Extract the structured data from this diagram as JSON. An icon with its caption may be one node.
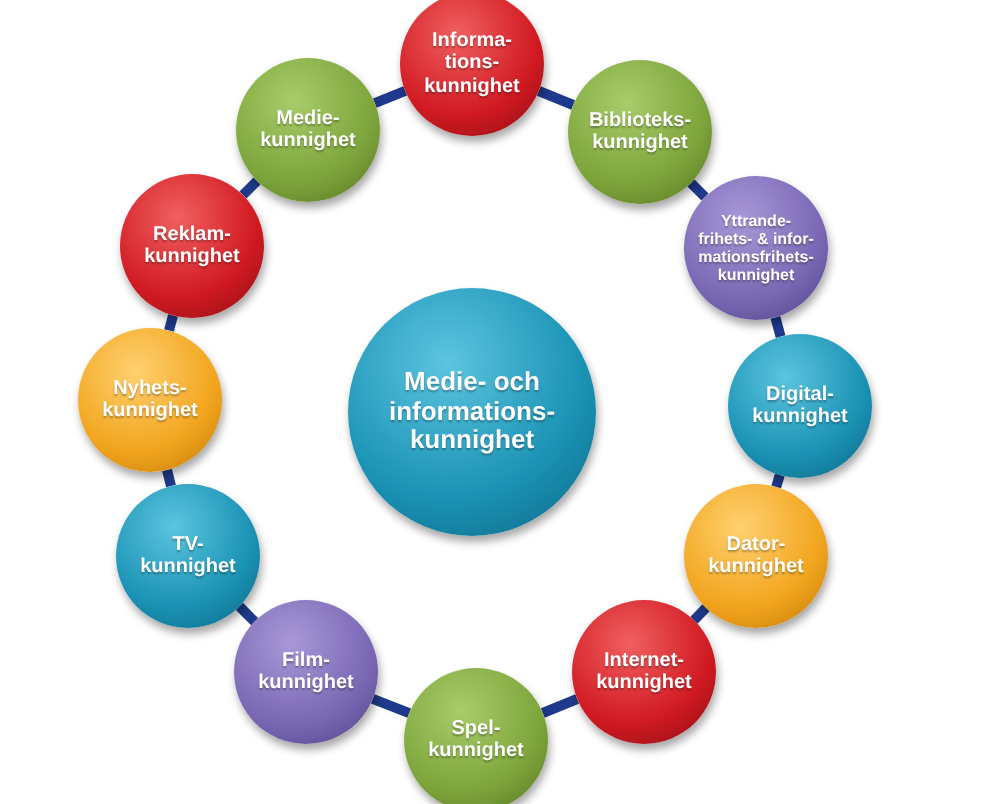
{
  "diagram": {
    "nodes": [
      {
        "text": [
          "Medie- och informations- kunnighet"
        ]
      },
      {
        "text": [
          "Informa- tions- kunnighet"
        ]
      },
      {
        "text": [
          "Biblioteks- kunnighet"
        ]
      },
      {
        "text": [
          "Yttrande- frihets- & infor- mationsfrihets- kunnighet"
        ]
      },
      {
        "text": [
          "Digital- kunnighet"
        ]
      },
      {
        "text": [
          "Dator- kunnighet"
        ]
      },
      {
        "text": [
          "Internet- kunnighet"
        ]
      },
      {
        "text": [
          "Spel- kunnighet"
        ]
      },
      {
        "text": [
          "Film- kunnighet"
        ]
      },
      {
        "text": [
          "TV- kunnighet"
        ]
      },
      {
        "text": [
          "Nyhets- kunnighet"
        ]
      },
      {
        "text": [
          "Reklam- kunnighet"
        ]
      },
      {
        "text": [
          "Medie- kunnighet"
        ]
      }
    ],
    "edges": [
      {
        "from": 1,
        "to": 2,
        "arrow": "none"
      },
      {
        "from": 2,
        "to": 3,
        "arrow": "none"
      },
      {
        "from": 3,
        "to": 4,
        "arrow": "none"
      },
      {
        "from": 4,
        "to": 5,
        "arrow": "none"
      },
      {
        "from": 5,
        "to": 6,
        "arrow": "none"
      },
      {
        "from": 6,
        "to": 7,
        "arrow": "none"
      },
      {
        "from": 7,
        "to": 8,
        "arrow": "none"
      },
      {
        "from": 8,
        "to": 9,
        "arrow": "none"
      },
      {
        "from": 9,
        "to": 10,
        "arrow": "none"
      },
      {
        "from": 10,
        "to": 11,
        "arrow": "none"
      },
      {
        "from": 11,
        "to": 12,
        "arrow": "none"
      },
      {
        "from": 12,
        "to": 1,
        "arrow": "none"
      }
    ]
  }
}
